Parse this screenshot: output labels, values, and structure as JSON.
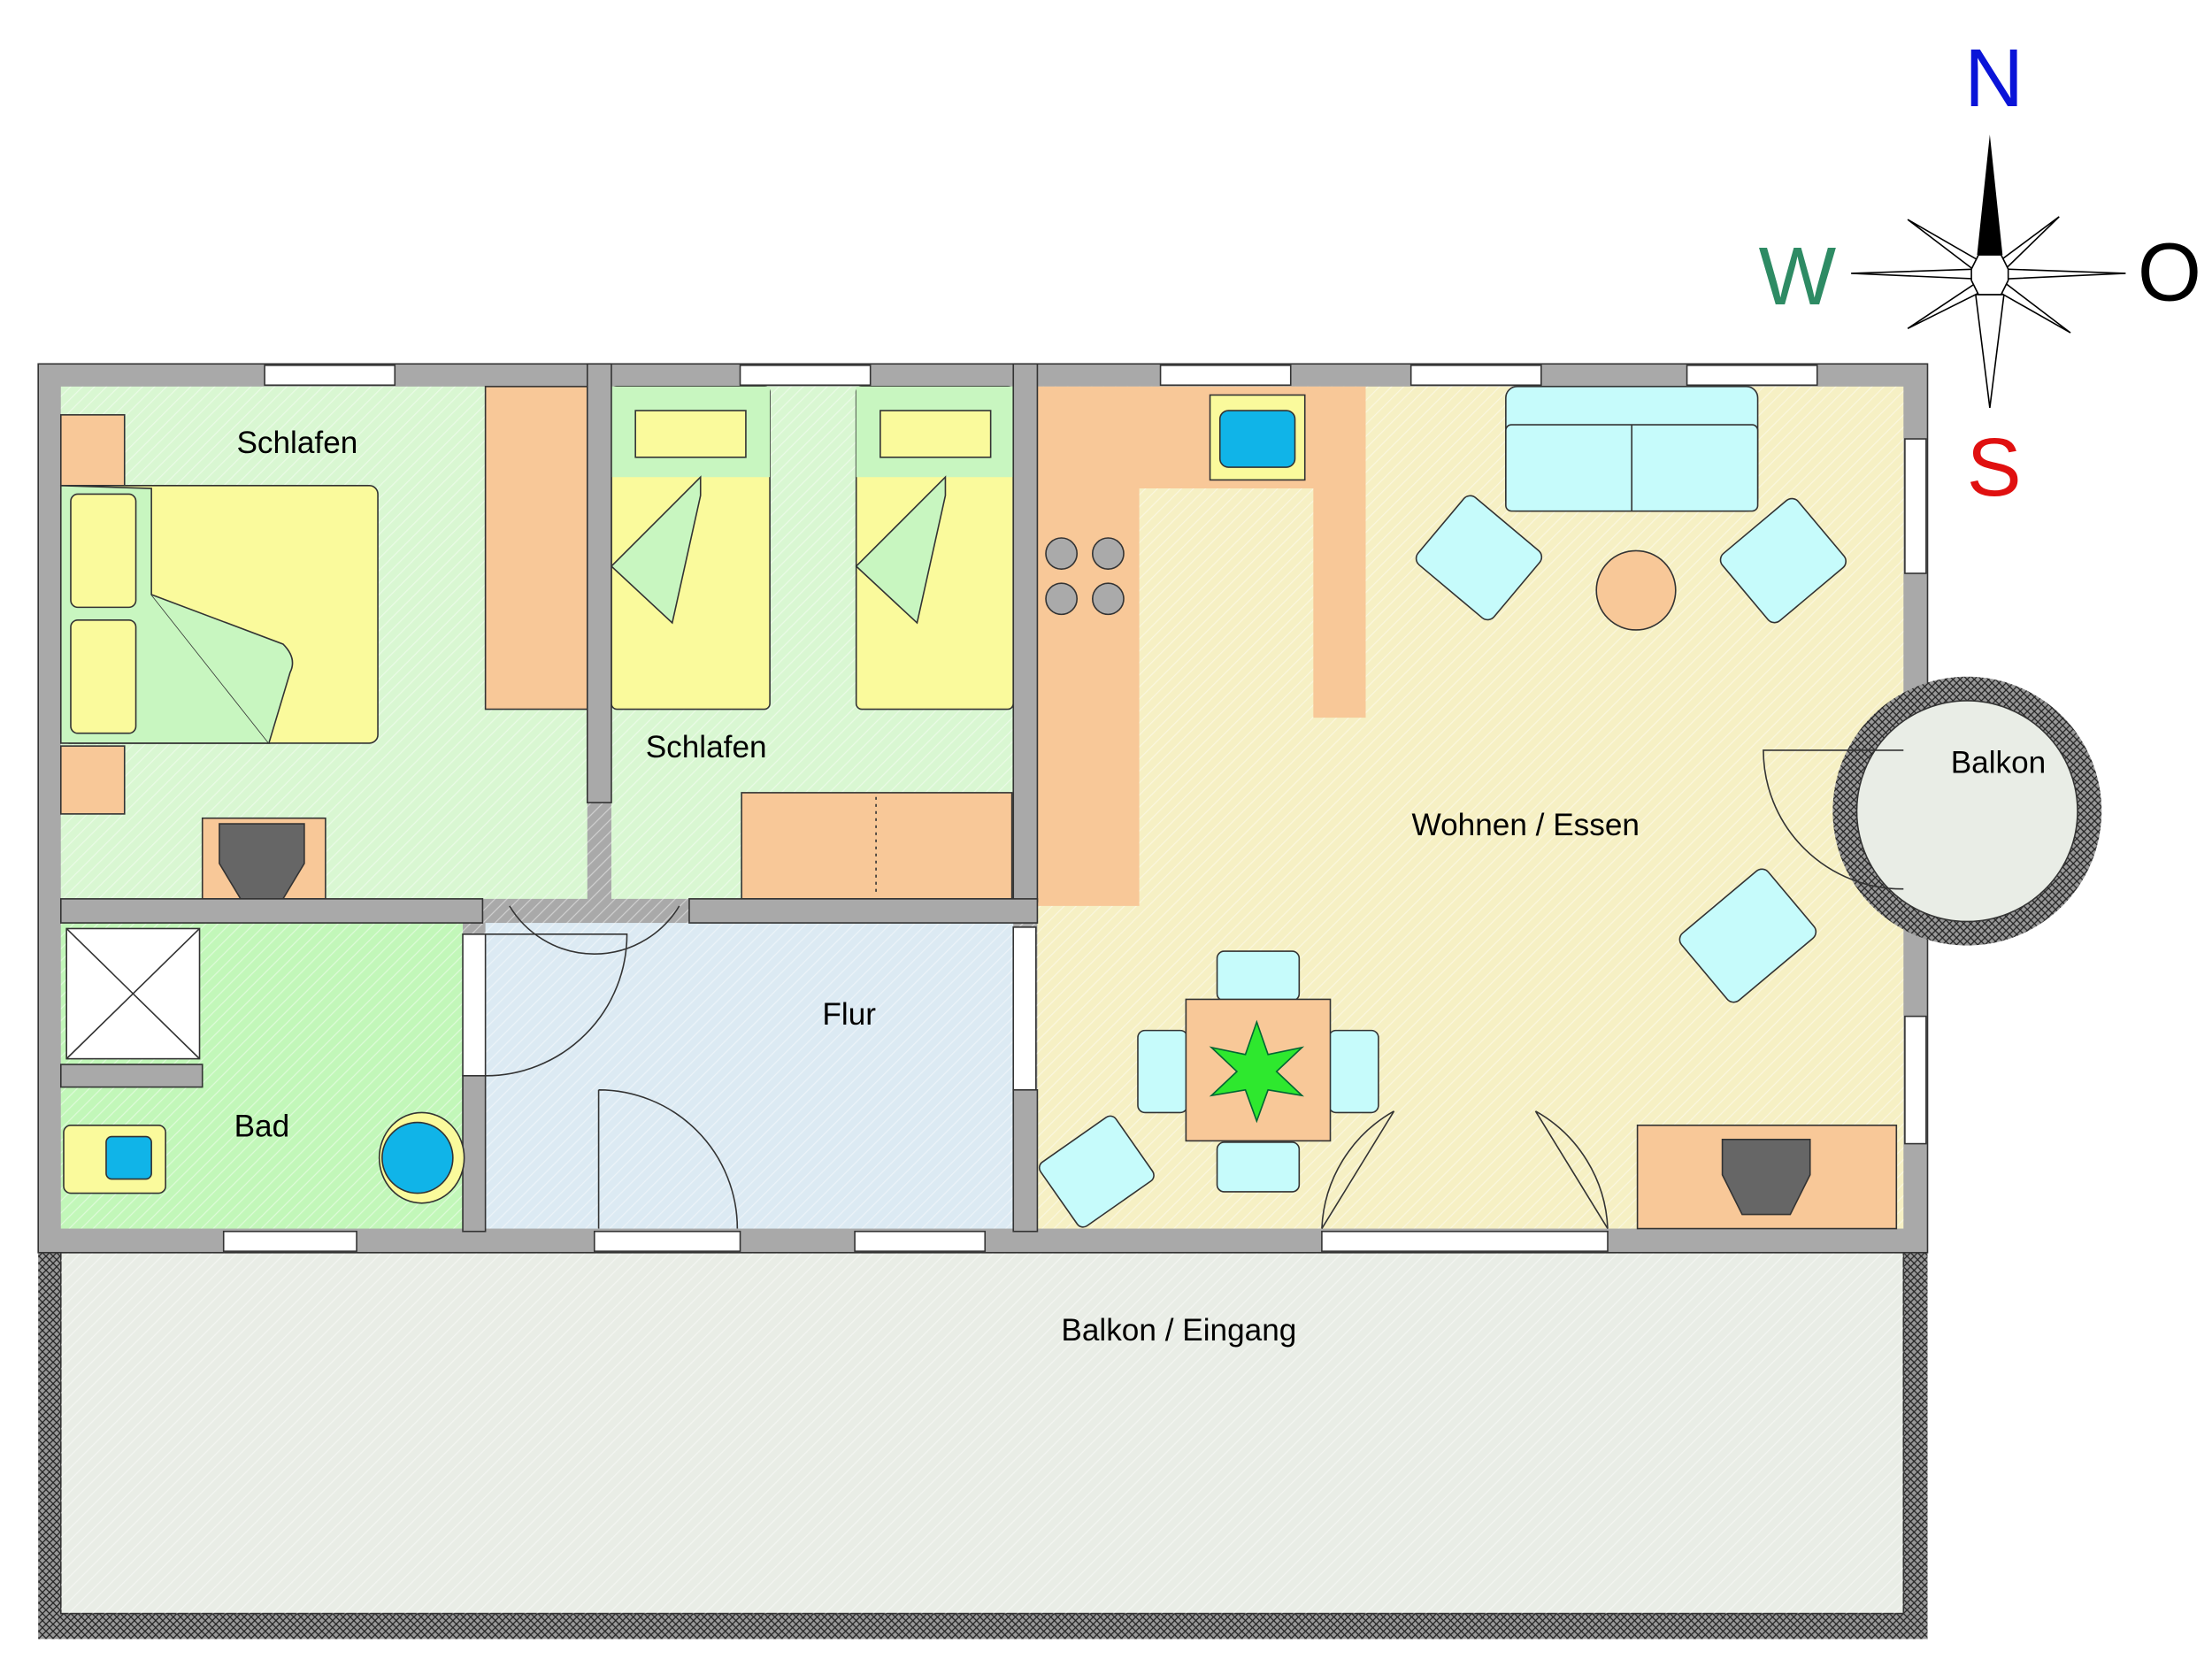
{
  "rooms": {
    "schlafen_1": "Schlafen",
    "schlafen_2": "Schlafen",
    "bad": "Bad",
    "flur": "Flur",
    "wohnen": "Wohnen / Essen",
    "balkon": "Balkon",
    "balkon_eingang": "Balkon / Eingang"
  },
  "compass": {
    "north": "N",
    "south": "S",
    "west": "W",
    "east": "O",
    "colors": {
      "north": "#0a14d8",
      "south": "#e01010",
      "west": "#2e8b64",
      "east": "#000000"
    }
  },
  "colors": {
    "bedroom": "#d9f7d2",
    "bath": "#c2f7b9",
    "hall": "#dceaf3",
    "living": "#f6f0c4",
    "counter": "#f8c898",
    "furniture_blue": "#c6fbfb",
    "bed_yellow": "#fafa9c",
    "wall": "#a9a9a9",
    "balcony": "#e9ede6"
  }
}
